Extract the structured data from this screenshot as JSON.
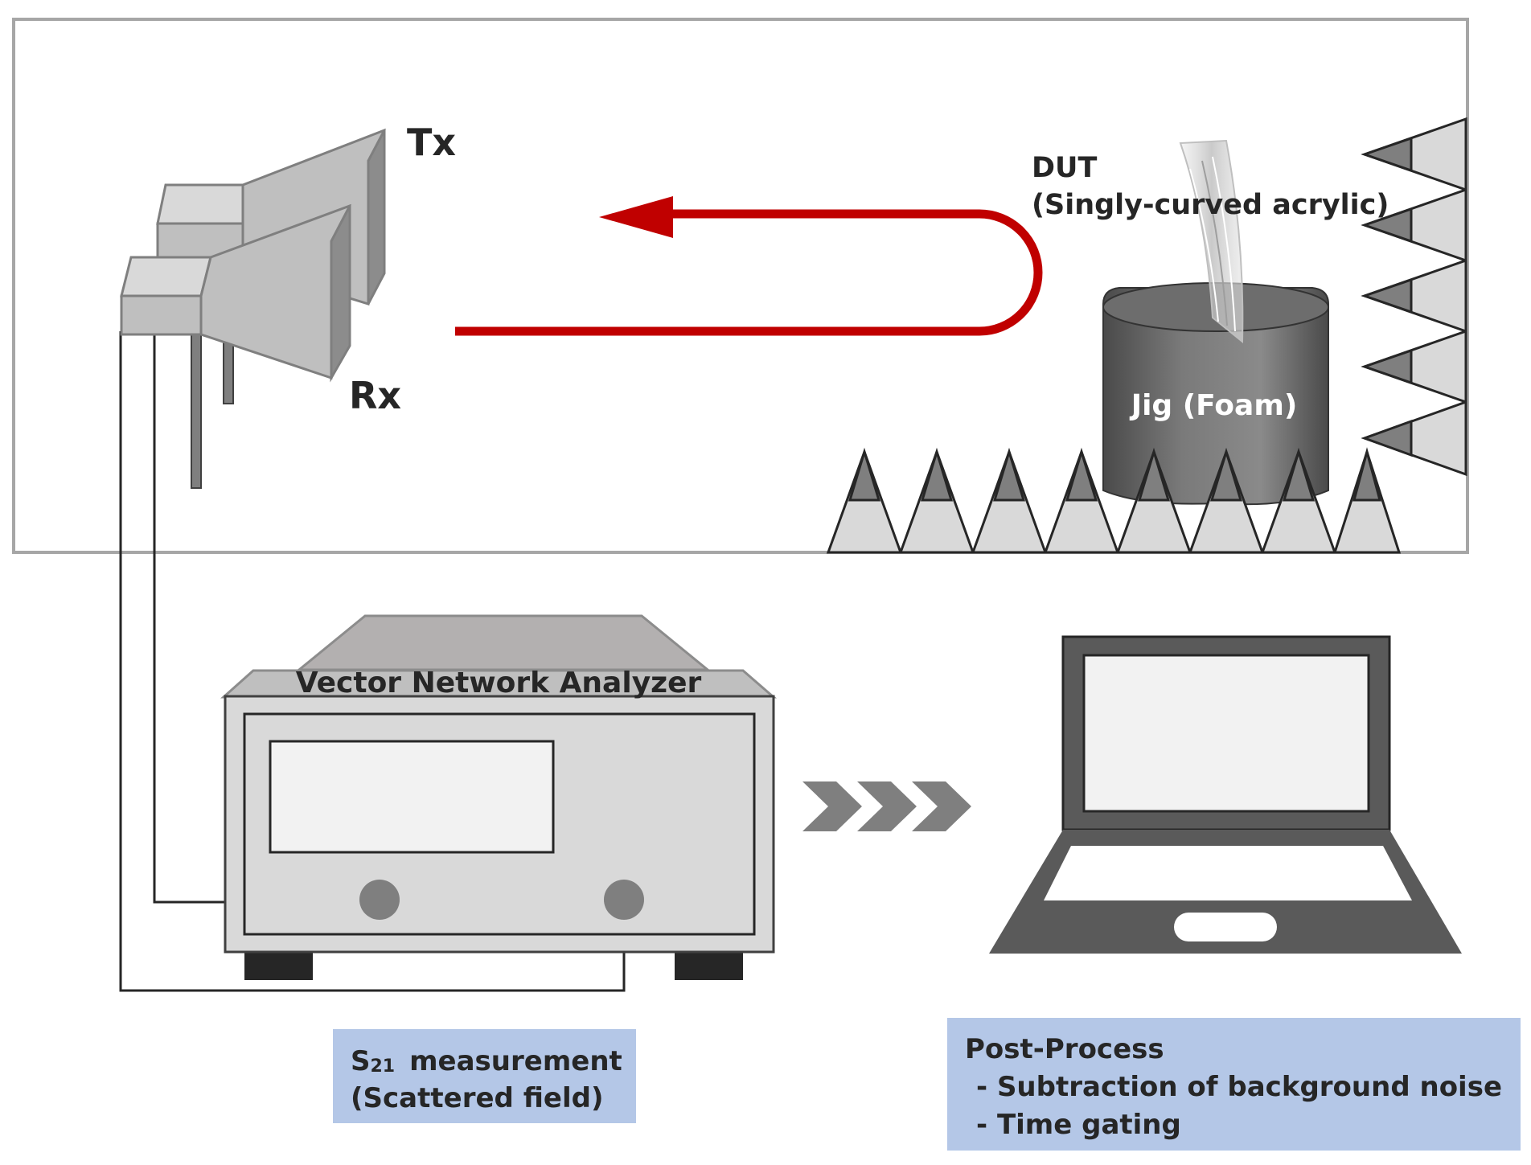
{
  "labels": {
    "tx": "Tx",
    "rx": "Rx",
    "dut_line1": "DUT",
    "dut_line2": "(Singly-curved acrylic)",
    "jig": "Jig (Foam)",
    "vna": "Vector Network Analyzer",
    "s21_prefix": "S",
    "s21_sub": "21",
    "s21_rest": "measurement",
    "s21_line2": "(Scattered field)",
    "post_title": "Post-Process",
    "post_item1": "- Subtraction of background noise",
    "post_item2": "- Time gating"
  },
  "colors": {
    "signal_arrow": "#c00000",
    "caption_box": "#b4c7e7",
    "chamber_border": "#a6a6a6",
    "absorber_light": "#d9d9d9",
    "absorber_dark": "#7f7f7f",
    "jig_body": "#5a5a5a",
    "vna_body": "#d9d9d9",
    "laptop_frame": "#5a5a5a"
  }
}
